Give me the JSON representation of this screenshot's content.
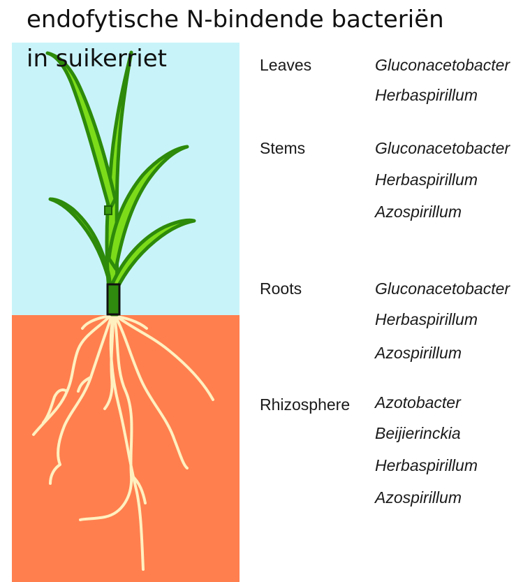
{
  "title_lines": [
    "endofytische N-bindende bacteriën",
    "in suikerriet"
  ],
  "colors": {
    "sky": "#c8f4f9",
    "soil": "#ff7f4f",
    "leaf": "#3a9a10",
    "leaf_light": "#7ddc1a",
    "stem_box": "#2e8b0e",
    "root": "#fff0c0"
  },
  "groups": [
    {
      "label": "Leaves",
      "bacteria": [
        "Gluconacetobacter",
        "Herbaspirillum"
      ]
    },
    {
      "label": "Stems",
      "bacteria": [
        "Gluconacetobacter",
        "Herbaspirillum",
        "Azospirillum"
      ]
    },
    {
      "label": "Roots",
      "bacteria": [
        "Gluconacetobacter",
        "Herbaspirillum",
        "Azospirillum"
      ]
    },
    {
      "label": "Rhizosphere",
      "bacteria": [
        "Azotobacter",
        "Beijierinckia",
        "Herbaspirillum",
        "Azospirillum"
      ]
    }
  ]
}
